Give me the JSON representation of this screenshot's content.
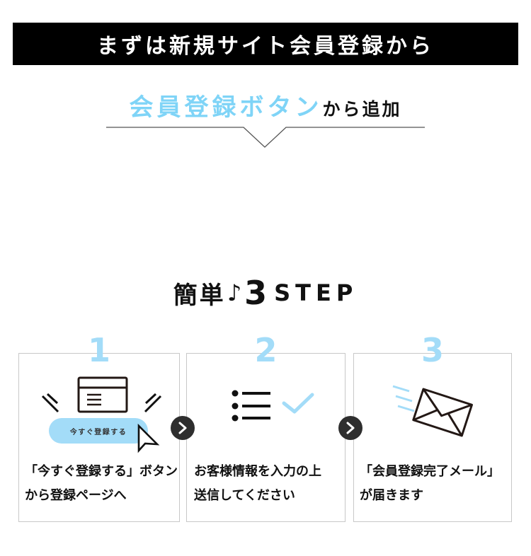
{
  "banner": {
    "title": "まずは新規サイト会員登録から"
  },
  "subtitle": {
    "accent": "会員登録ボタン",
    "rest": "から追加"
  },
  "steps_heading": {
    "kanji": "簡単",
    "note": "♪",
    "number": "3",
    "word": "STEP"
  },
  "steps": [
    {
      "number": "1",
      "icon": "browser-window-click-icon",
      "cta_label": "今すぐ登録する",
      "text_line1": "「今すぐ登録する」ボタン",
      "text_line2": "から登録ページへ"
    },
    {
      "number": "2",
      "icon": "checklist-icon",
      "text_line1": "お客様情報を入力の上",
      "text_line2": "送信してください"
    },
    {
      "number": "3",
      "icon": "envelope-sending-icon",
      "text_line1": "「会員登録完了メール」",
      "text_line2": "が届きます"
    }
  ],
  "arrows": [
    {
      "icon": "chevron-right-icon"
    },
    {
      "icon": "chevron-right-icon"
    }
  ],
  "colors": {
    "accent_blue": "#7fd4f7",
    "step_number_blue": "#a3dcf8",
    "banner_bg": "#000000",
    "arrow_bg": "#2e2e2e",
    "card_border": "#c8c8c8"
  }
}
